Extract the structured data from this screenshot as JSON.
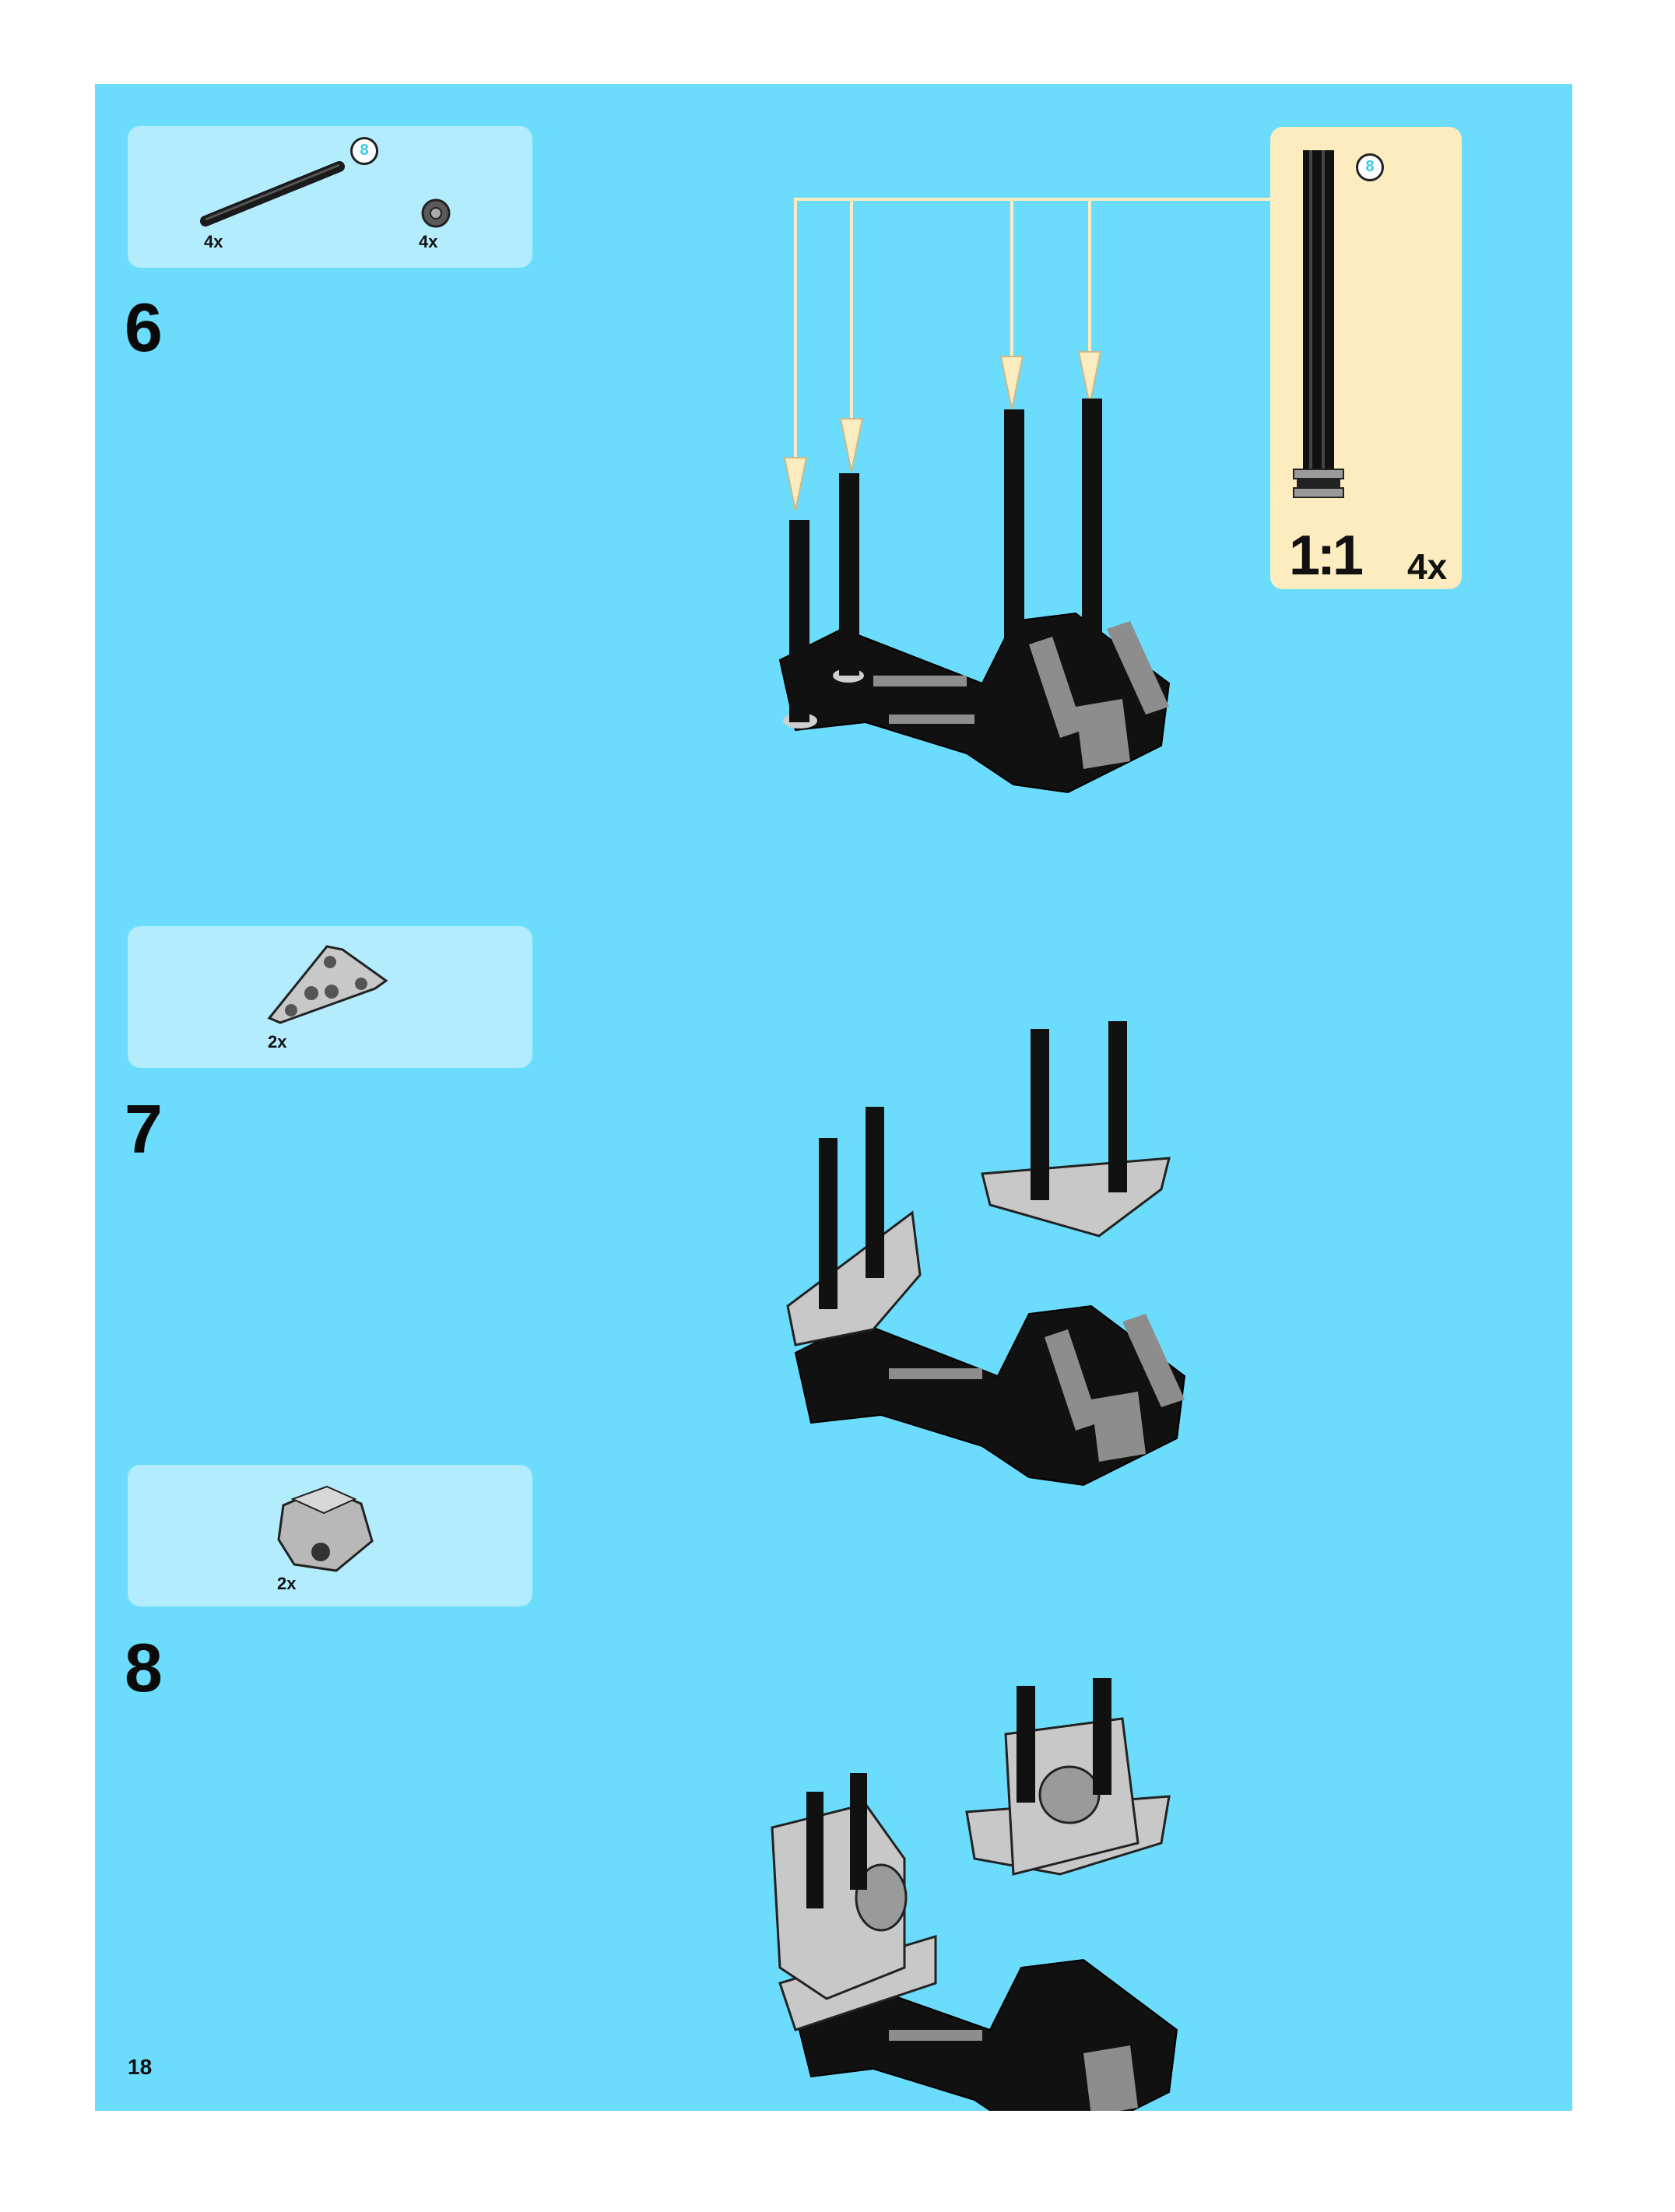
{
  "page_number": "18",
  "steps": [
    {
      "number": "6",
      "parts": [
        {
          "name": "axle-8",
          "qty": "4x"
        },
        {
          "name": "bush",
          "qty": "4x"
        }
      ],
      "axle_badge": "8"
    },
    {
      "number": "7",
      "parts": [
        {
          "name": "triangle-liftarm",
          "qty": "2x"
        }
      ]
    },
    {
      "number": "8",
      "parts": [
        {
          "name": "engine-block",
          "qty": "2x"
        }
      ]
    }
  ],
  "callout": {
    "badge": "8",
    "scale": "1:1",
    "qty": "4x"
  },
  "colors": {
    "page_bg": "#6bdcfb",
    "parts_box": "#b2ecfd",
    "callout_bg": "#fdecbf",
    "arrow": "#fdecbf"
  }
}
